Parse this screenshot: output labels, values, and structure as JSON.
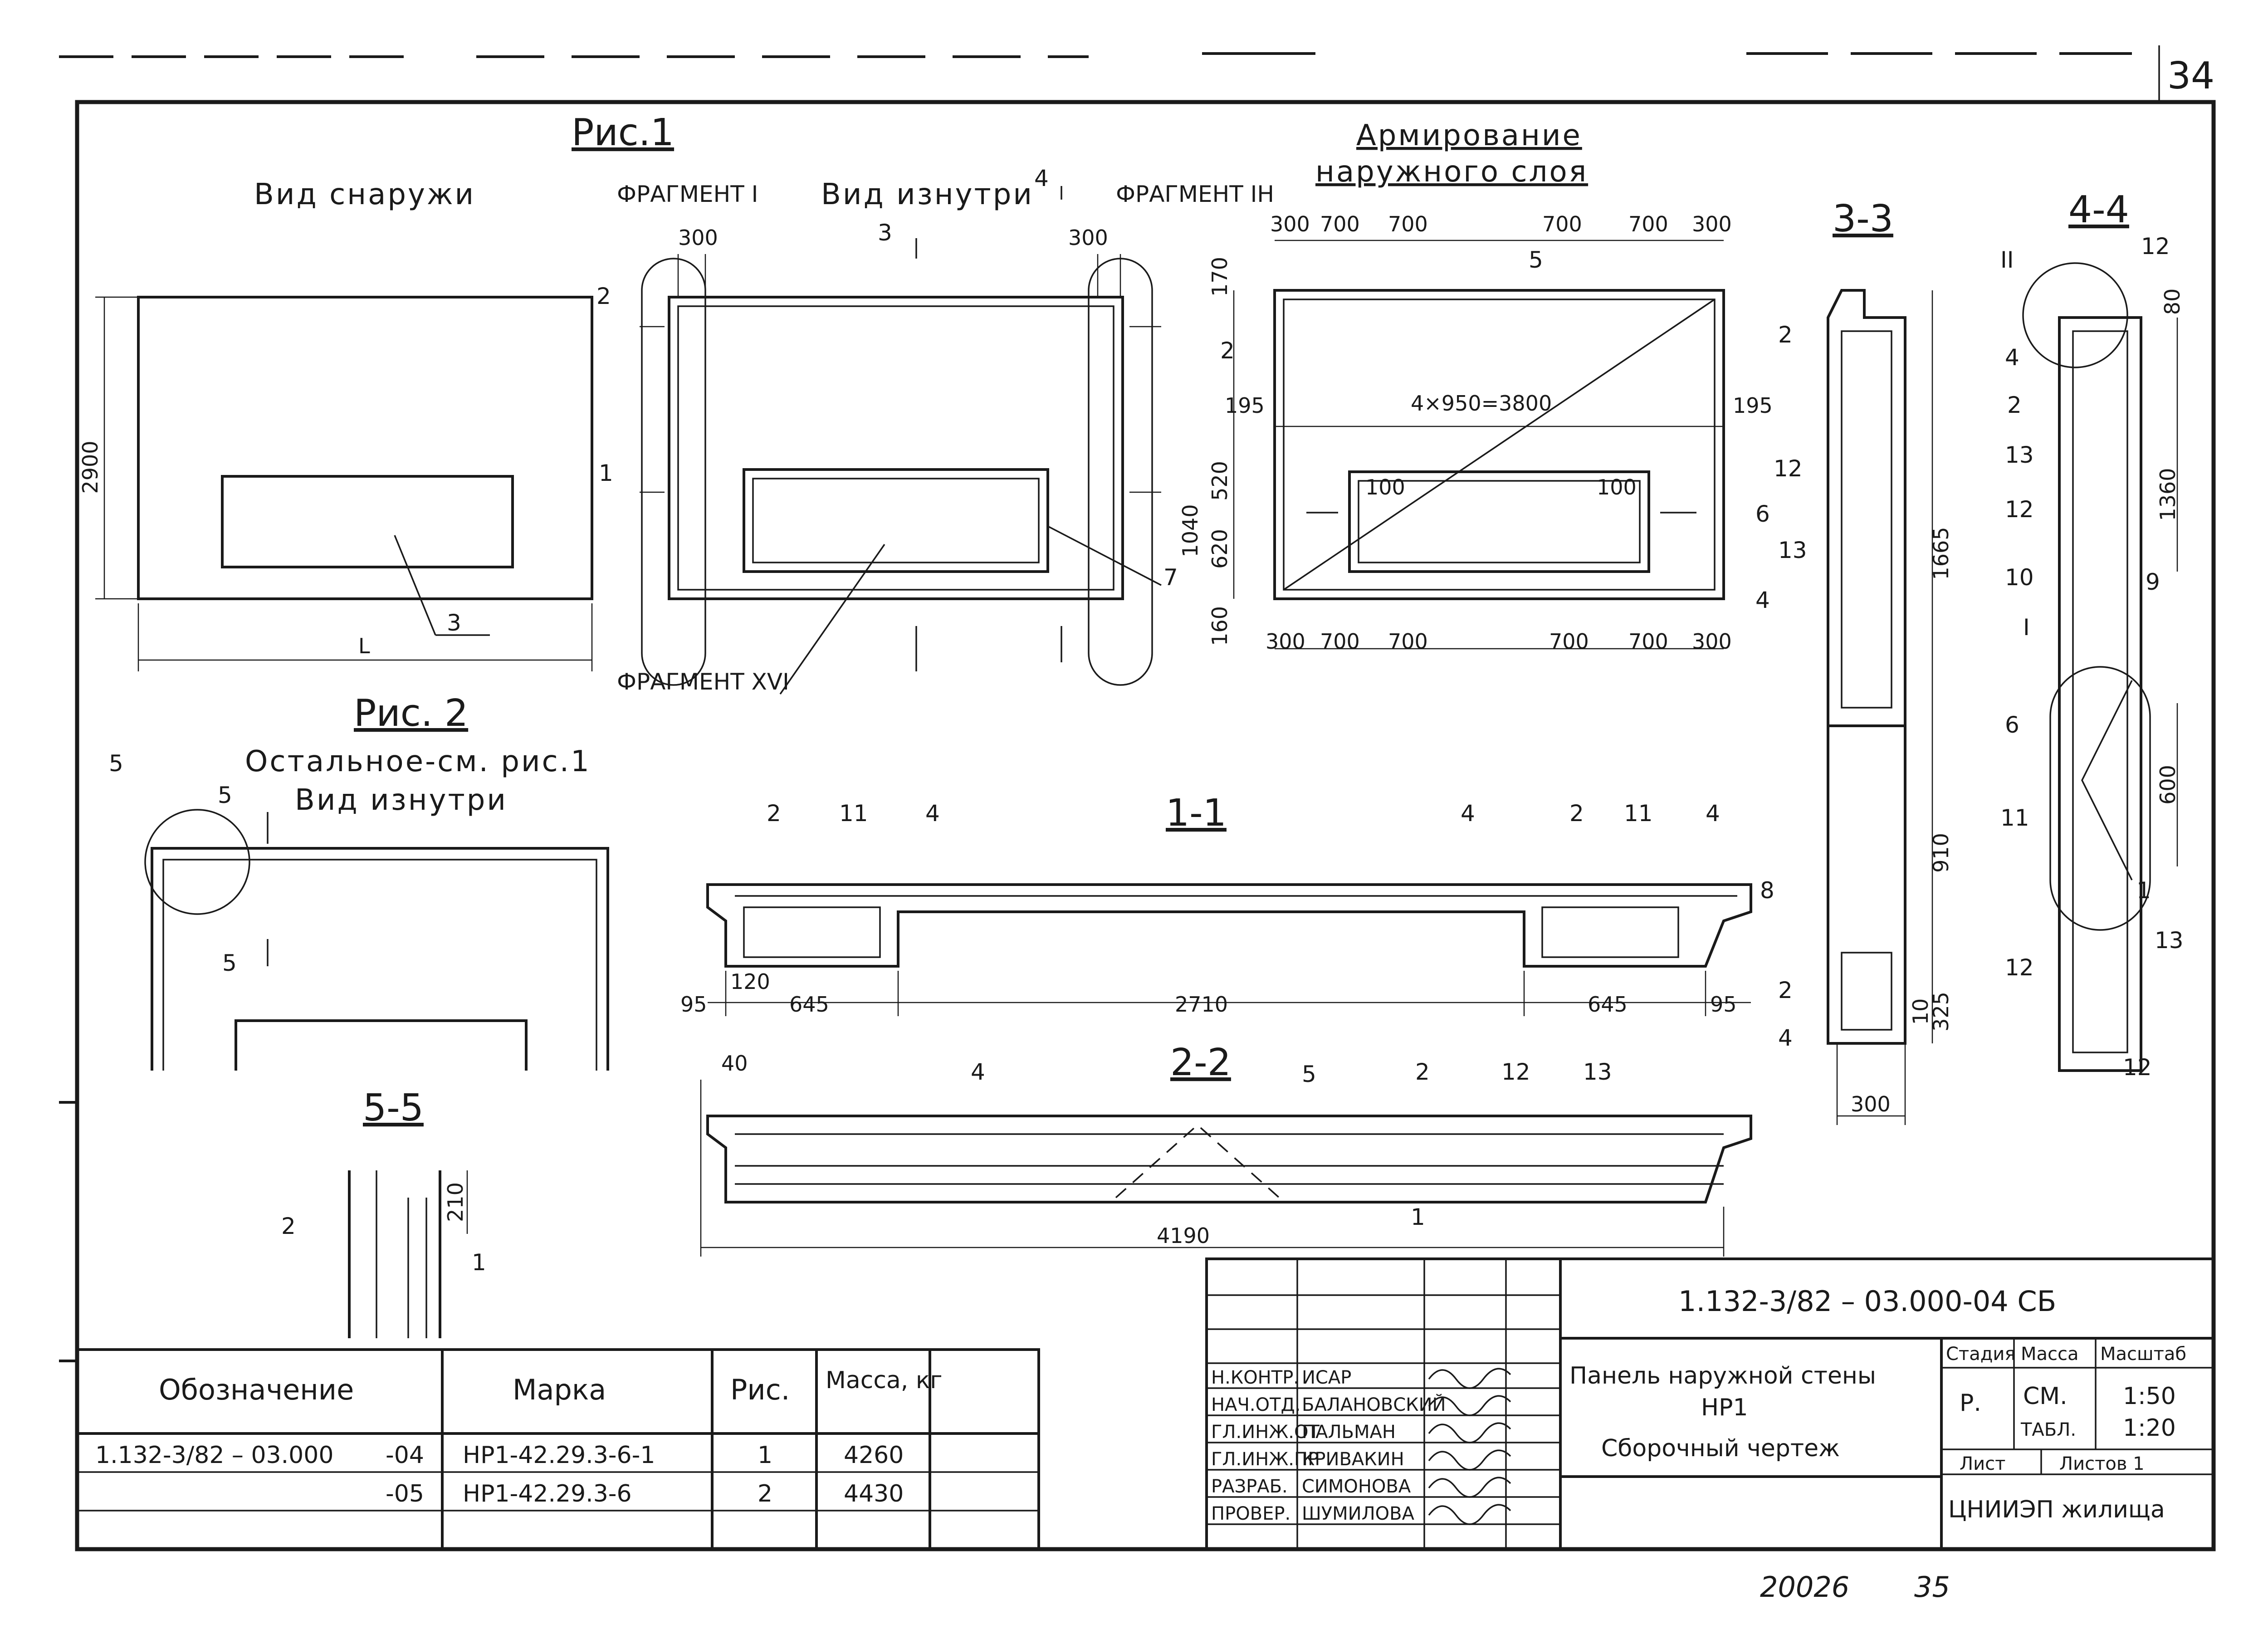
{
  "sheet": {
    "page_number": "34",
    "footer_left": "20026",
    "footer_right": "35"
  },
  "fig1": {
    "title": "Рис.1",
    "view_outside": "Вид снаружи",
    "view_inside": "Вид изнутри",
    "fragment_1": "ФРАГМЕНТ I",
    "fragment_1h": "ФРАГМЕНТ IН",
    "fragment_16": "ФРАГМЕНТ XVI",
    "dim_height": "2900",
    "dim_width": "L",
    "dim_300_left": "300",
    "dim_300_right": "300",
    "pos_3": "3",
    "pos_7": "7",
    "sec_1": "1",
    "sec_2": "2",
    "sec_3": "3",
    "sec_4": "4"
  },
  "reinf": {
    "title_1": "Армирование",
    "title_2": "наружного слоя",
    "top_dims": [
      "300",
      "700",
      "700",
      "700",
      "700",
      "300"
    ],
    "bottom_dims": [
      "300",
      "700",
      "700",
      "700",
      "700",
      "300"
    ],
    "left_dims": [
      "170",
      "520",
      "620",
      "1040",
      "160"
    ],
    "dim_195_left": "195",
    "dim_195_right": "195",
    "dim_spacing": "4×950=3800",
    "dim_100_left": "100",
    "dim_100_right": "100",
    "positions": [
      "2",
      "5",
      "6",
      "4"
    ]
  },
  "sec33": {
    "title": "3-3",
    "dims": [
      "1665",
      "910",
      "325",
      "10",
      "300"
    ],
    "positions": [
      "2",
      "12",
      "13",
      "2",
      "4"
    ]
  },
  "sec44": {
    "title": "4-4",
    "dims": [
      "80",
      "1360",
      "600"
    ],
    "positions": [
      "II",
      "12",
      "4",
      "2",
      "13",
      "12",
      "10",
      "9",
      "I",
      "6",
      "11",
      "1",
      "13",
      "12",
      "12"
    ]
  },
  "fig2": {
    "title": "Рис. 2",
    "subtitle": "Остальное-см. рис.1",
    "view": "Вид изнутри",
    "positions": [
      "5",
      "5",
      "5"
    ]
  },
  "sec11": {
    "title": "1-1",
    "dims": [
      "95",
      "120",
      "645",
      "2710",
      "645",
      "95"
    ],
    "positions": [
      "2",
      "11",
      "4",
      "4",
      "2",
      "11",
      "4",
      "8"
    ]
  },
  "sec22": {
    "title": "2-2",
    "dims": [
      "40",
      "4190"
    ],
    "positions": [
      "4",
      "5",
      "2",
      "12",
      "13",
      "1"
    ]
  },
  "sec55": {
    "title": "5-5",
    "dims": [
      "210"
    ],
    "positions": [
      "2",
      "1"
    ]
  },
  "spec": {
    "headers": [
      "Обозначение",
      "Марка",
      "Рис.",
      "Масса, кг"
    ],
    "rows": [
      {
        "code": "1.132-3/82 – 03.000",
        "suffix": "-04",
        "mark": "НР1-42.29.3-6-1",
        "fig": "1",
        "mass": "4260"
      },
      {
        "code": "",
        "suffix": "-05",
        "mark": "НР1-42.29.3-6",
        "fig": "2",
        "mass": "4430"
      }
    ]
  },
  "stamp": {
    "doc_code": "1.132-3/82 – 03.000-04 СБ",
    "title_1": "Панель наружной стены",
    "title_2": "НР1",
    "title_3": "Сборочный чертеж",
    "stage_h": "Стадия",
    "mass_h": "Масса",
    "scale_h": "Масштаб",
    "stage": "Р.",
    "mass_1": "СМ.",
    "mass_2": "ТАБЛ.",
    "scale_1": "1:50",
    "scale_2": "1:20",
    "sheet_h": "Лист",
    "sheets_h": "Листов 1",
    "org": "ЦНИИЭП жилища",
    "roles": [
      {
        "role": "Н.КОНТР.",
        "name": "ИСАР"
      },
      {
        "role": "НАЧ.ОТД.",
        "name": "БАЛАНОВСКИЙ"
      },
      {
        "role": "ГЛ.ИНЖ.ОТ",
        "name": "ПАЛЬМАН"
      },
      {
        "role": "ГЛ.ИНЖ.ПР",
        "name": "КРИВАКИН"
      },
      {
        "role": "РАЗРАБ.",
        "name": "СИМОНОВА"
      },
      {
        "role": "ПРОВЕР.",
        "name": "ШУМИЛОВА"
      }
    ]
  }
}
